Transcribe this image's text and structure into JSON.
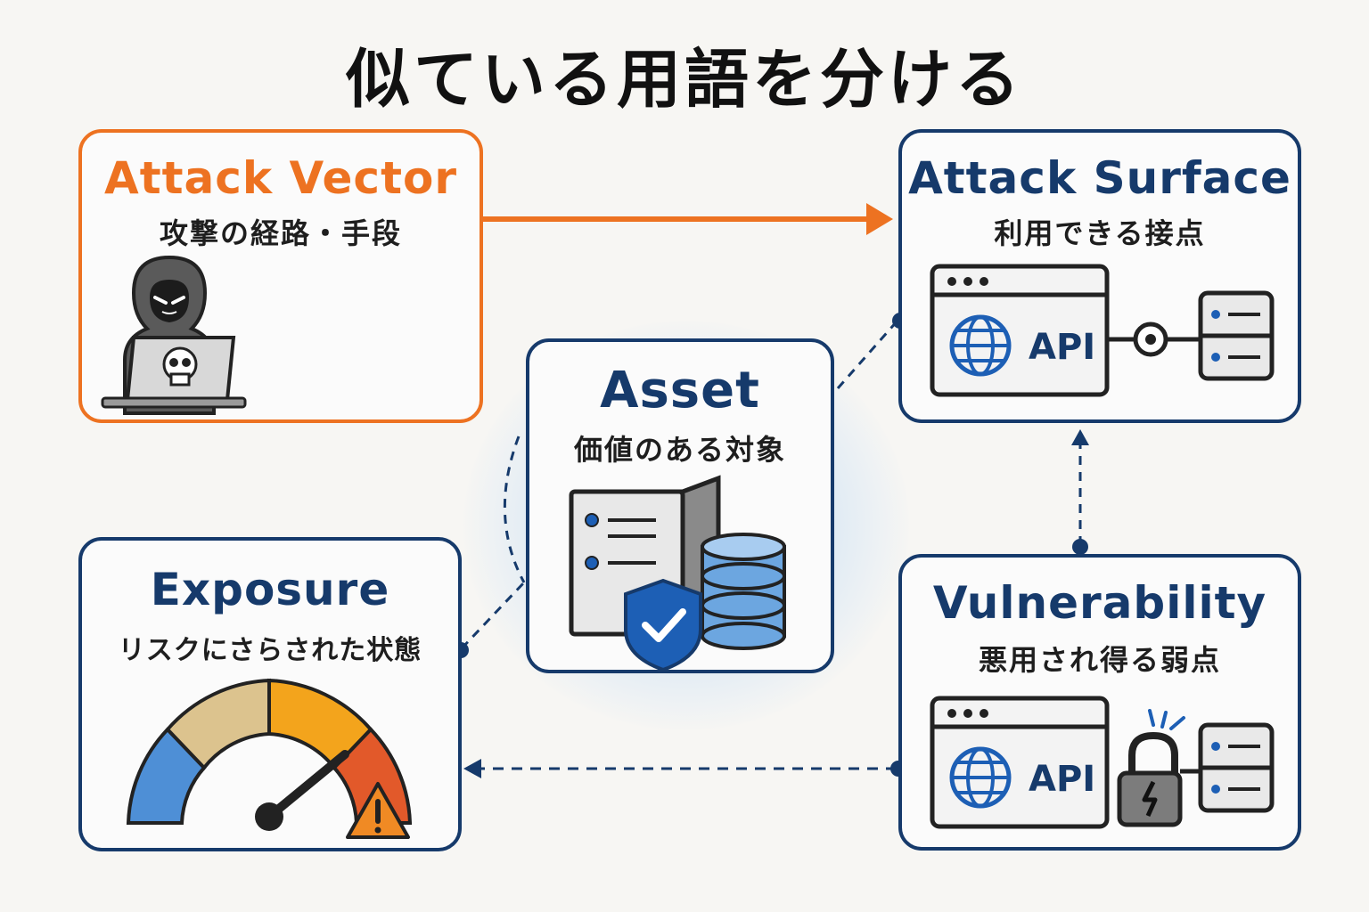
{
  "title": "似ている用語を分ける",
  "cards": {
    "attack_vector": {
      "title": "Attack Vector",
      "subtitle": "攻撃の経路・手段"
    },
    "attack_surface": {
      "title": "Attack Surface",
      "subtitle": "利用できる接点",
      "api_label": "API"
    },
    "asset": {
      "title": "Asset",
      "subtitle": "価値のある対象"
    },
    "exposure": {
      "title": "Exposure",
      "subtitle": "リスクにさらされた状態"
    },
    "vulnerability": {
      "title": "Vulnerability",
      "subtitle": "悪用され得る弱点",
      "api_label": "API"
    }
  },
  "colors": {
    "navy": "#163a6b",
    "orange": "#ed7221",
    "blue": "#1d5fb5",
    "background": "#f7f6f3"
  },
  "icons": {
    "attack_vector": "hacker-laptop-icon",
    "attack_surface": "api-server-icon",
    "asset": "server-database-shield-icon",
    "exposure": "risk-gauge-icon",
    "vulnerability": "api-lock-icon"
  }
}
